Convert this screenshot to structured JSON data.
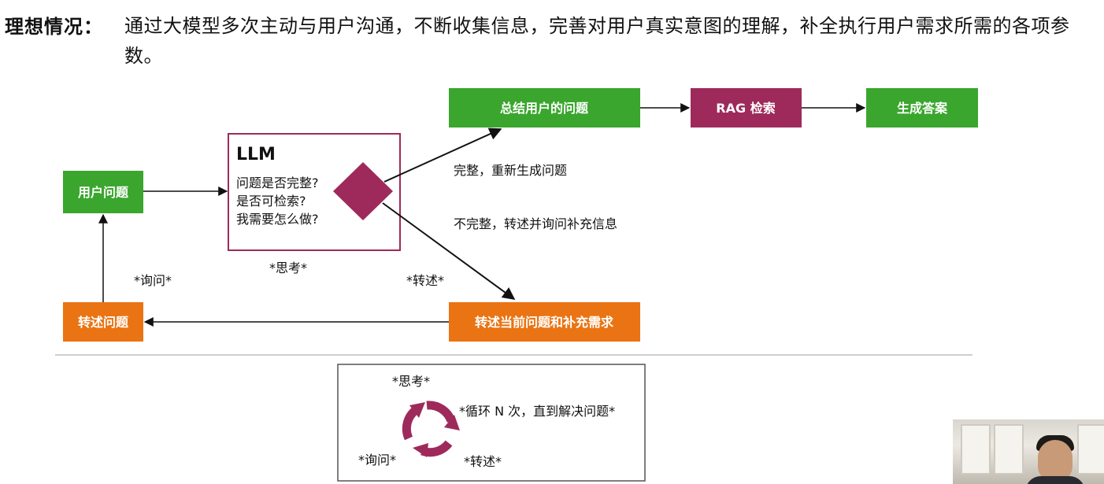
{
  "heading": {
    "label": "理想情况：",
    "text": "通过大模型多次主动与用户沟通，不断收集信息，完善对用户真实意图的理解，补全执行用户需求所需的各项参数。"
  },
  "nodes": {
    "user_question": "用户问题",
    "llm_title": "LLM",
    "llm_lines": [
      "问题是否完整?",
      "是否可检索?",
      "我需要怎么做?"
    ],
    "summarize": "总结用户的问题",
    "rag": "RAG 检索",
    "generate": "生成答案",
    "restate_supplement": "转述当前问题和补充需求",
    "restate_question": "转述问题"
  },
  "edge_labels": {
    "complete": "完整，重新生成问题",
    "incomplete": "不完整，转述并询问补充信息",
    "ask": "*询问*",
    "think": "*思考*",
    "restate": "*转述*"
  },
  "cycle": {
    "think": "*思考*",
    "loop": "*循环 N 次，直到解决问题*",
    "ask": "*询问*",
    "restate": "*转述*"
  },
  "colors": {
    "green": "#3aa62e",
    "orange": "#ea7413",
    "magenta": "#9e2a5b",
    "llm_border": "#9e2a5b"
  }
}
